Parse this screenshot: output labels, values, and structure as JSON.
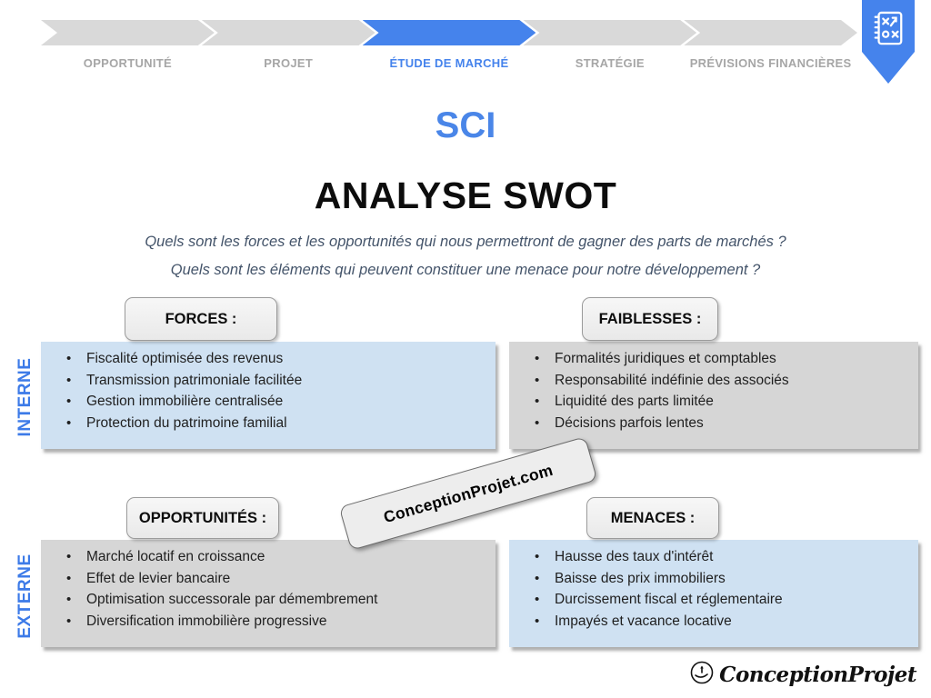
{
  "nav": {
    "items": [
      {
        "label": "OPPORTUNITÉ",
        "active": false
      },
      {
        "label": "PROJET",
        "active": false
      },
      {
        "label": "ÉTUDE DE MARCHÉ",
        "active": true
      },
      {
        "label": "STRATÉGIE",
        "active": false
      },
      {
        "label": "PRÉVISIONS FINANCIÈRES",
        "active": false
      }
    ]
  },
  "header": {
    "subject": "SCI",
    "title": "ANALYSE SWOT",
    "questions": [
      "Quels sont les forces et les opportunités qui nous permettront de gagner des parts de marchés ?",
      "Quels sont les éléments qui peuvent constituer une menace pour notre développement ?"
    ]
  },
  "axes": {
    "internal": "INTERNE",
    "external": "EXTERNE"
  },
  "swot": {
    "forces": {
      "label": "FORCES :",
      "items": [
        "Fiscalité optimisée des revenus",
        "Transmission patrimoniale facilitée",
        "Gestion immobilière centralisée",
        "Protection du patrimoine familial"
      ]
    },
    "faiblesses": {
      "label": "FAIBLESSES :",
      "items": [
        "Formalités juridiques et comptables",
        "Responsabilité indéfinie des associés",
        "Liquidité des parts limitée",
        "Décisions parfois lentes"
      ]
    },
    "opportunites": {
      "label": "OPPORTUNITÉS :",
      "items": [
        "Marché locatif en croissance",
        "Effet de levier bancaire",
        "Optimisation successorale par démembrement",
        "Diversification immobilière progressive"
      ]
    },
    "menaces": {
      "label": "MENACES :",
      "items": [
        "Hausse des taux d'intérêt",
        "Baisse des prix immobiliers",
        "Durcissement fiscal et réglementaire",
        "Impayés et vacance locative"
      ]
    }
  },
  "watermark": {
    "text": "ConceptionProjet.com"
  },
  "footer": {
    "brand": "ConceptionProjet"
  },
  "icons": {
    "badge": "strategy-notepad-icon",
    "brand": "hand-holding-rocket-icon",
    "bullet": "•"
  },
  "colors": {
    "accent_blue": "#4583ec",
    "title_blue": "#4a86e8",
    "panel_blue": "#cfe1f2",
    "panel_gray": "#d6d6d6",
    "nav_gray": "#d9d9d9",
    "nav_label_gray": "#a6a6a6",
    "question_text": "#44546a"
  }
}
